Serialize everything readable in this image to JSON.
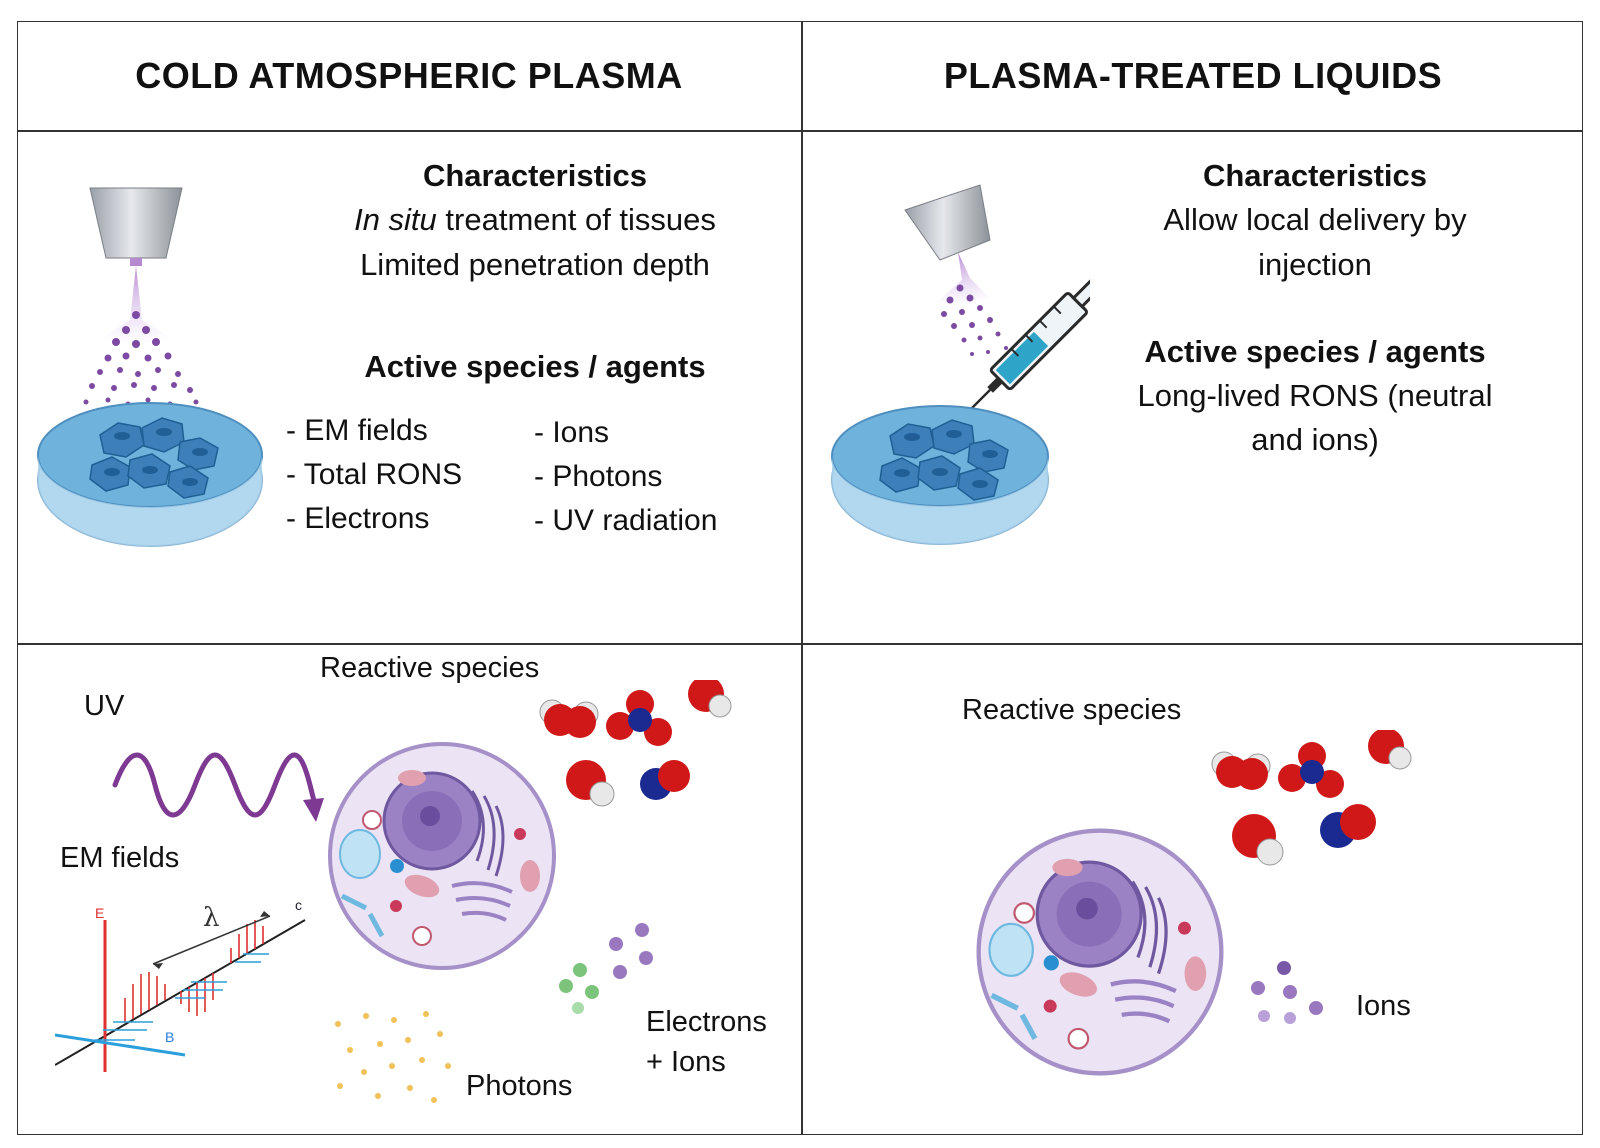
{
  "headers": {
    "left": "COLD ATMOSPHERIC PLASMA",
    "right": "PLASMA-TREATED LIQUIDS"
  },
  "cap": {
    "characteristics_title": "Characteristics",
    "char_line1_italic": "In situ",
    "char_line1_rest": " treatment of tissues",
    "char_line2": "Limited penetration depth",
    "active_title": "Active species / agents",
    "species_col1": [
      "- EM fields",
      "- Total RONS",
      "- Electrons"
    ],
    "species_col2": [
      "- Ions",
      "- Photons",
      "- UV  radiation"
    ]
  },
  "ptl": {
    "characteristics_title": "Characteristics",
    "char_line1": "Allow  local delivery by",
    "char_line2": "injection",
    "active_title": "Active species / agents",
    "active_line1": "Long-lived RONS  (neutral",
    "active_line2": "and ions)"
  },
  "bottom_left": {
    "reactive_species": "Reactive species",
    "uv": "UV",
    "em_fields": "EM fields",
    "photons": "Photons",
    "electrons_line1": "Electrons",
    "electrons_line2": "+ Ions",
    "wave_lambda": "λ",
    "wave_e": "E",
    "wave_b": "B",
    "wave_c": "c"
  },
  "bottom_right": {
    "reactive_species": "Reactive species",
    "ions": "Ions"
  },
  "colors": {
    "dish_blue": "#6fb2dc",
    "cell_blue": "#3d7fb8",
    "plasma_purple": "#7d4aa3",
    "uv_purple": "#7e3a92",
    "oxygen_red": "#d01818",
    "nitrogen_blue": "#1a2a90",
    "hydrogen_white": "#e8e8e8",
    "cell_lavender": "#e6dcf2",
    "photon_yellow": "#f2c25a",
    "electron_green": "#7cc47c",
    "ion_purple": "#9a78c0"
  }
}
